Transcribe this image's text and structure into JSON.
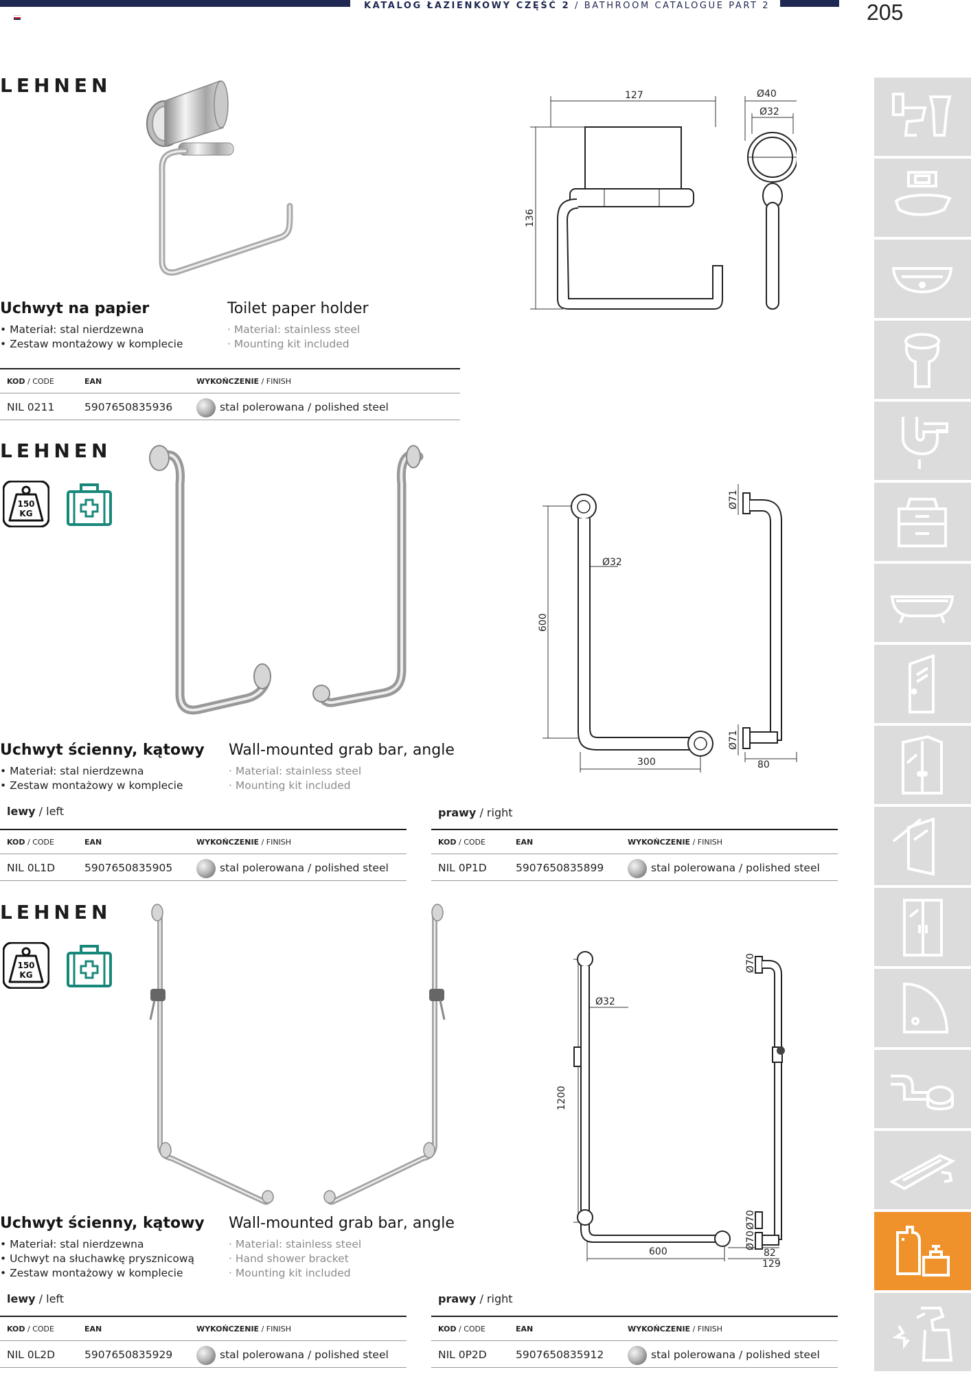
{
  "header": {
    "catalogue_title_pl": "KATALOG ŁAZIENKOWY CZĘŚĆ 2",
    "catalogue_title_en": "/ BATHROOM CATALOGUE PART 2",
    "page_number": "205"
  },
  "table_labels": {
    "kod": "KOD",
    "code": "/ CODE",
    "ean": "EAN",
    "wykonczenie": "WYKOŃCZENIE",
    "finish": "/ FINISH"
  },
  "products": [
    {
      "brand": "LEHNEN",
      "name_pl": "Uchwyt na papier",
      "name_en": "Toilet paper holder",
      "features_pl": [
        "Materiał: stal nierdzewna",
        "Zestaw montażowy w komplecie"
      ],
      "features_en": [
        "Material: stainless steel",
        "Mounting kit included"
      ],
      "dimensions": [
        "127",
        "Ø40",
        "Ø32",
        "136"
      ],
      "rows": [
        {
          "code": "NIL 0211",
          "ean": "5907650835936",
          "finish": "stal polerowana / polished steel"
        }
      ]
    },
    {
      "brand": "LEHNEN",
      "badge_weight": [
        "150",
        "KG"
      ],
      "name_pl": "Uchwyt ścienny, kątowy",
      "name_en": "Wall-mounted grab bar, angle",
      "features_pl": [
        "Materiał: stal nierdzewna",
        "Zestaw montażowy w komplecie"
      ],
      "features_en": [
        "Material: stainless steel",
        "Mounting kit included"
      ],
      "dimensions": [
        "Ø71",
        "Ø32",
        "600",
        "Ø71",
        "300",
        "80"
      ],
      "left_label": {
        "pl": "lewy",
        "en": "/ left"
      },
      "right_label": {
        "pl": "prawy",
        "en": "/ right"
      },
      "left_row": {
        "code": "NIL 0L1D",
        "ean": "5907650835905",
        "finish": "stal polerowana / polished steel"
      },
      "right_row": {
        "code": "NIL 0P1D",
        "ean": "5907650835899",
        "finish": "stal polerowana / polished steel"
      }
    },
    {
      "brand": "LEHNEN",
      "badge_weight": [
        "150",
        "KG"
      ],
      "name_pl": "Uchwyt ścienny, kątowy",
      "name_en": "Wall-mounted grab bar, angle",
      "features_pl": [
        "Materiał: stal nierdzewna",
        "Uchwyt na słuchawkę prysznicową",
        "Zestaw montażowy w komplecie"
      ],
      "features_en": [
        "Material: stainless steel",
        "Hand shower bracket",
        "Mounting kit included"
      ],
      "dimensions": [
        "Ø70",
        "Ø32",
        "1200",
        "Ø70",
        "Ø70",
        "600",
        "82",
        "129"
      ],
      "left_label": {
        "pl": "lewy",
        "en": "/ left"
      },
      "right_label": {
        "pl": "prawy",
        "en": "/ right"
      },
      "left_row": {
        "code": "NIL 0L2D",
        "ean": "5907650835929",
        "finish": "stal polerowana / polished steel"
      },
      "right_row": {
        "code": "NIL 0P2D",
        "ean": "5907650835912",
        "finish": "stal polerowana / polished steel"
      }
    }
  ],
  "sidebar": {
    "items": [
      "toilet-icon",
      "wall-frame-icon",
      "washbasin-icon",
      "bidet-icon",
      "siphon-icon",
      "vanity-cabinet-icon",
      "bathtub-icon",
      "shower-door-icon",
      "shower-cabin-icon",
      "shower-screen-icon",
      "shower-enclosure-icon",
      "shower-tray-icon",
      "drain-pipe-icon",
      "linear-drain-icon",
      "accessories-icon",
      "cleaning-spray-icon"
    ],
    "active_index": 14,
    "colors": {
      "default": "#dcdcdc",
      "active": "#f0922b",
      "icon": "#ffffff"
    }
  },
  "colors": {
    "navy": "#1f2852",
    "badge_green": "#17877a",
    "text": "#222222"
  }
}
